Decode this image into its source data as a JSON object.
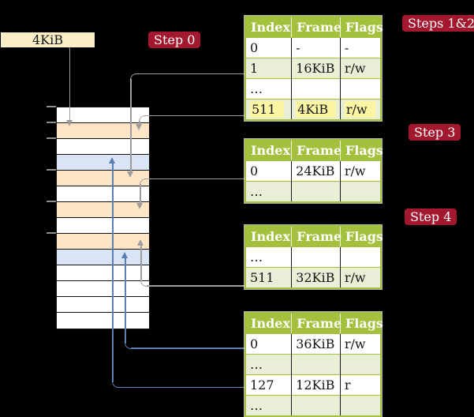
{
  "colors": {
    "background": "#000000",
    "badge": "#a4182f",
    "table_green": "#a4c13d",
    "row_green": "#e9efd7",
    "peach": "#fde5c5",
    "row_blue": "#d9e4f4",
    "cream": "#faeec6",
    "highlight": "#fcf6a4",
    "gray_arrow": "#9d9d9d",
    "blue_arrow": "#5c7fb2"
  },
  "labels": {
    "frame_box": "4KiB",
    "step0": "Step 0",
    "steps12": "Steps 1&2",
    "step3": "Step 3",
    "step4": "Step 4"
  },
  "tables": [
    {
      "name": "page-table-steps-1-2",
      "headers": [
        "Index",
        "Frame",
        "Flags"
      ],
      "rows": [
        {
          "cells": [
            "0",
            "-",
            "-"
          ]
        },
        {
          "cells": [
            "1",
            "16KiB",
            "r/w"
          ]
        },
        {
          "cells": [
            "…",
            "",
            ""
          ]
        },
        {
          "cells": [
            "511",
            "4KiB",
            "r/w"
          ],
          "highlight": true
        }
      ]
    },
    {
      "name": "page-table-step-3",
      "headers": [
        "Index",
        "Frame",
        "Flags"
      ],
      "rows": [
        {
          "cells": [
            "0",
            "24KiB",
            "r/w"
          ]
        },
        {
          "cells": [
            "…",
            "",
            ""
          ]
        }
      ]
    },
    {
      "name": "page-table-step-4a",
      "headers": [
        "Index",
        "Frame",
        "Flags"
      ],
      "rows": [
        {
          "cells": [
            "…",
            "",
            ""
          ]
        },
        {
          "cells": [
            "511",
            "32KiB",
            "r/w"
          ]
        }
      ]
    },
    {
      "name": "page-table-step-4b",
      "headers": [
        "Index",
        "Frame",
        "Flags"
      ],
      "rows": [
        {
          "cells": [
            "0",
            "36KiB",
            "r/w"
          ]
        },
        {
          "cells": [
            "…",
            "",
            ""
          ]
        },
        {
          "cells": [
            "127",
            "12KiB",
            "r"
          ]
        },
        {
          "cells": [
            "…",
            "",
            ""
          ]
        }
      ]
    }
  ],
  "memory": {
    "row_colors": [
      "white",
      "peach",
      "white",
      "blue",
      "peach",
      "white",
      "peach",
      "white",
      "peach",
      "blue",
      "white",
      "white",
      "white",
      "white"
    ],
    "tick_ys": [
      135,
      155,
      175,
      215,
      255,
      295
    ]
  },
  "table_column_widths": [
    57,
    61,
    50
  ]
}
